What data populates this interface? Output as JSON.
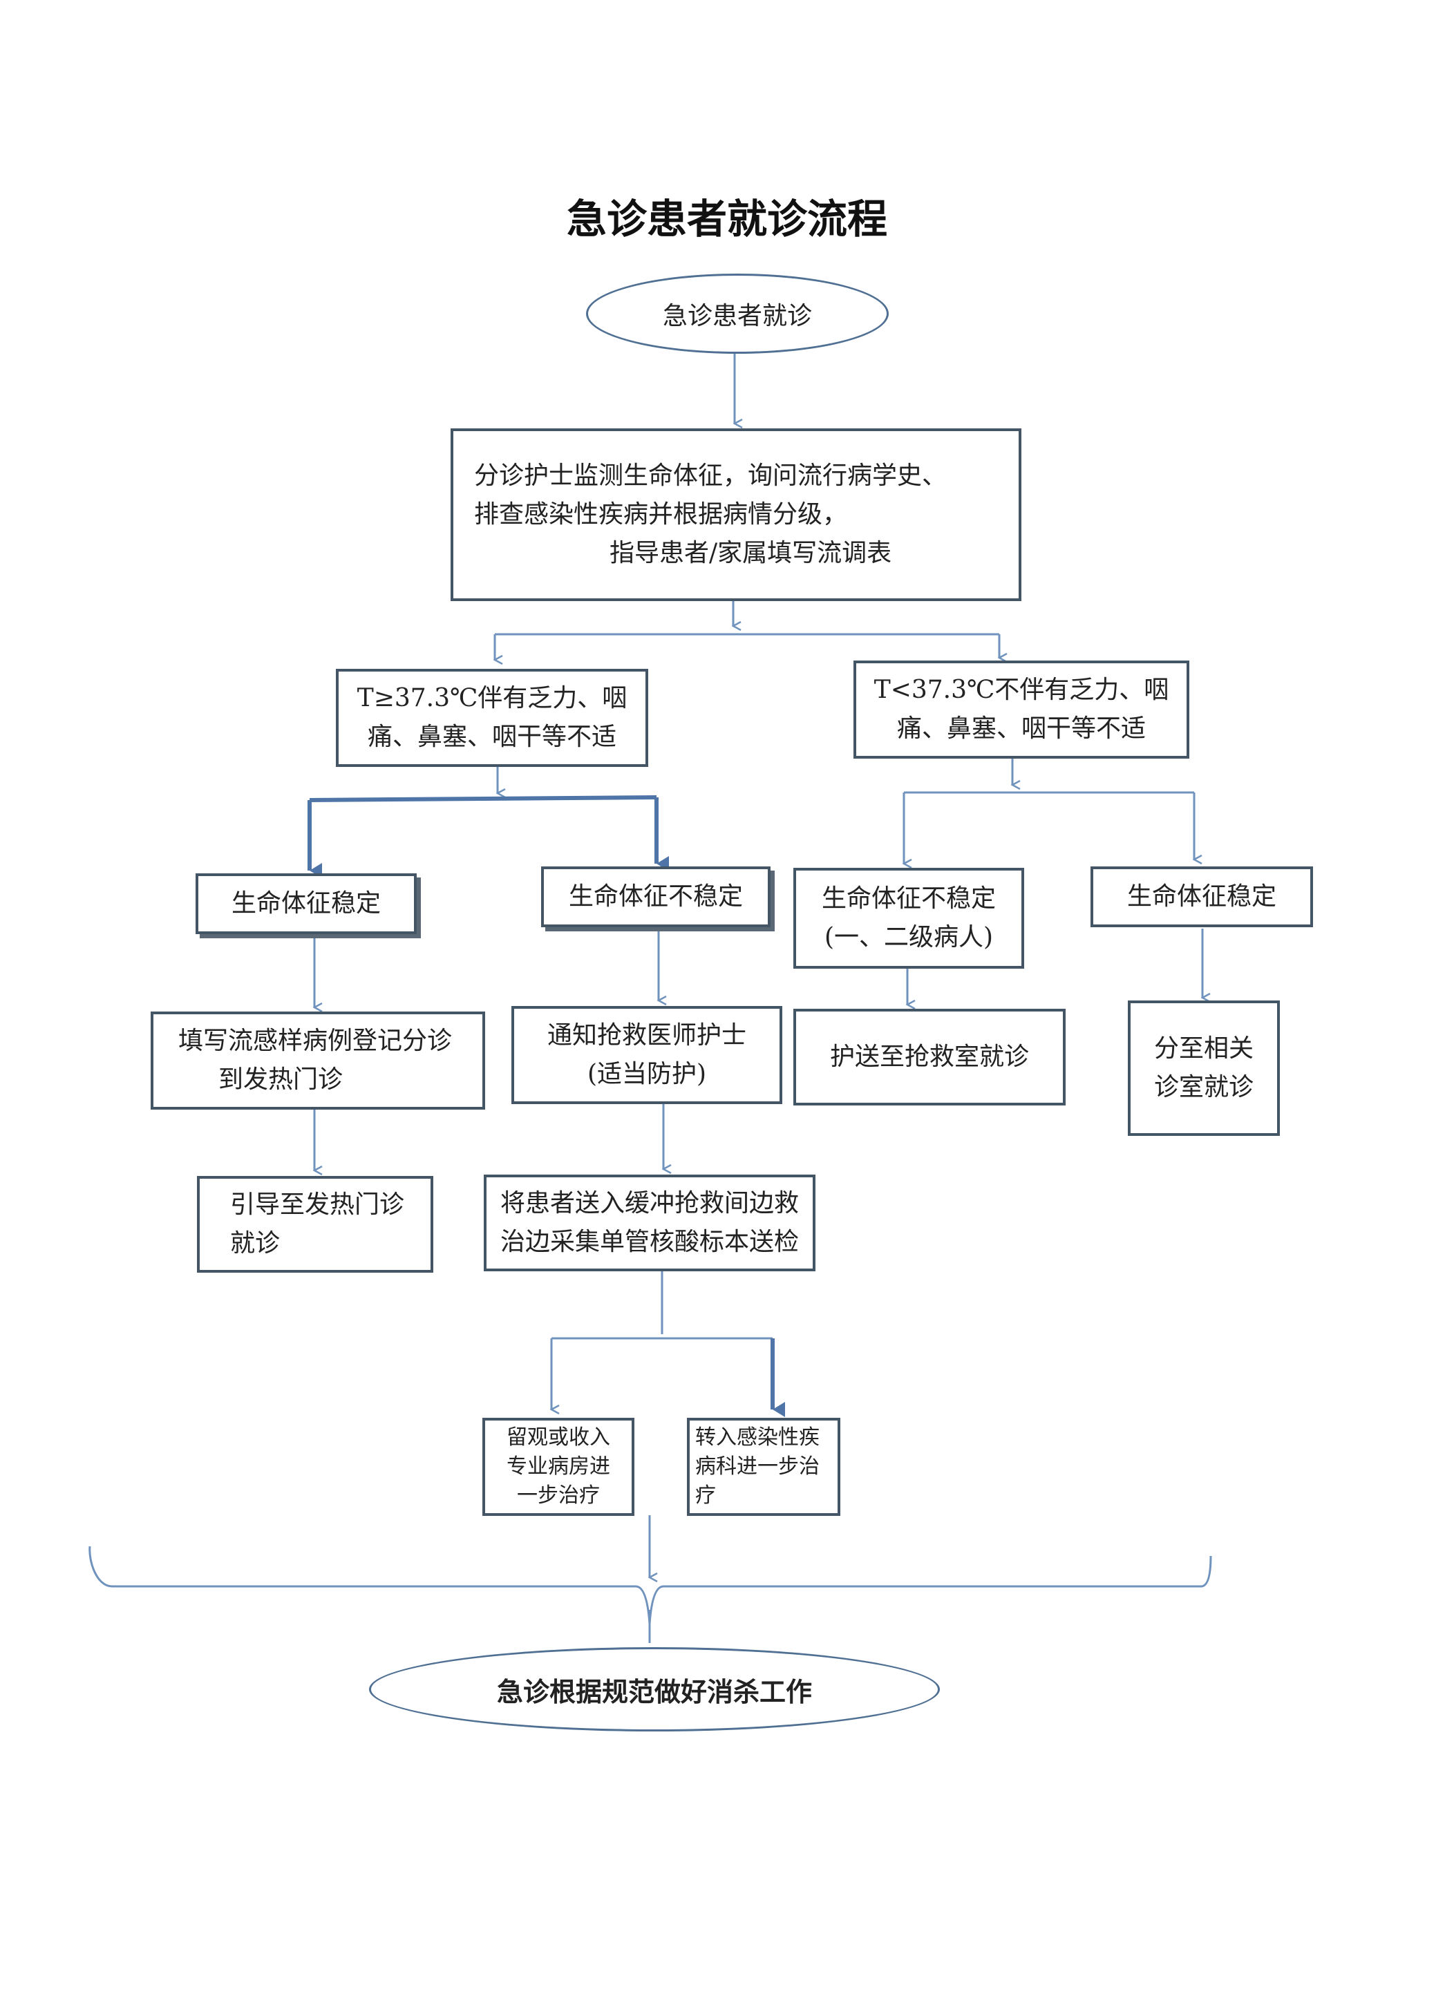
{
  "title": "急诊患者就诊流程",
  "colors": {
    "line": "#6f93bd",
    "thick_line": "#4f74a8",
    "border": "#445566"
  },
  "nodes": {
    "start": "急诊患者就诊",
    "triage": {
      "line1": "分诊护士监测生命体征，询问流行病学史、",
      "line2": "排查感染性疾病并根据病情分级，",
      "line3": "指导患者/家属填写流调表"
    },
    "fever_yes": {
      "line1": "T≥37.3℃伴有乏力、咽",
      "line2": "痛、鼻塞、咽干等不适"
    },
    "fever_no": {
      "line1": "T<37.3℃不伴有乏力、咽",
      "line2": "痛、鼻塞、咽干等不适"
    },
    "stable_left": "生命体征稳定",
    "unstable_left": "生命体征不稳定",
    "unstable_right": {
      "line1": "生命体征不稳定",
      "line2": "(一、二级病人)"
    },
    "stable_right": "生命体征稳定",
    "fill_form": {
      "line1": "填写流感样病例登记分诊",
      "line2": "到发热门诊"
    },
    "notify": {
      "line1": "通知抢救医师护士",
      "line2": "(适当防护)"
    },
    "escort": "护送至抢救室就诊",
    "dept": {
      "line1": "分至相关",
      "line2": "诊室就诊"
    },
    "guide": {
      "line1": "引导至发热门诊",
      "line2": "就诊"
    },
    "buffer": {
      "line1": "将患者送入缓冲抢救间边救",
      "line2": "治边采集单管核酸标本送检"
    },
    "observe": {
      "line1": "留观或收入",
      "line2": "专业病房进",
      "line3": "一步治疗"
    },
    "transfer": {
      "line1": "转入感染性疾",
      "line2": "病科进一步治",
      "line3": "疗"
    },
    "end": "急诊根据规范做好消杀工作"
  }
}
